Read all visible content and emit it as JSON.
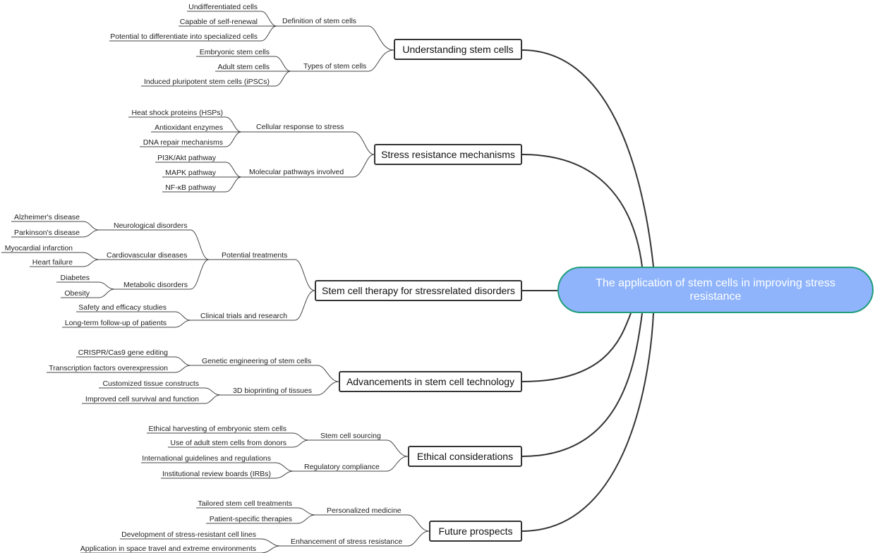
{
  "root": "The application of stem cells in improving stress resistance",
  "branches": [
    {
      "label": "Understanding stem cells",
      "groups": [
        {
          "label": "Definition of stem cells",
          "leaves": [
            "Undifferentiated cells",
            "Capable of self-renewal",
            "Potential to differentiate into specialized cells"
          ]
        },
        {
          "label": "Types of stem cells",
          "leaves": [
            "Embryonic stem cells",
            "Adult stem cells",
            "Induced pluripotent stem cells (iPSCs)"
          ]
        }
      ]
    },
    {
      "label": "Stress resistance mechanisms",
      "groups": [
        {
          "label": "Cellular response to stress",
          "leaves": [
            "Heat shock proteins (HSPs)",
            "Antioxidant enzymes",
            "DNA repair mechanisms"
          ]
        },
        {
          "label": "Molecular pathways involved",
          "leaves": [
            "PI3K/Akt pathway",
            "MAPK pathway",
            "NF-κB pathway"
          ]
        }
      ]
    },
    {
      "label": "Stem cell therapy for stressrelated disorders",
      "groups": [
        {
          "label": "Potential treatments",
          "subgroups": [
            {
              "label": "Neurological disorders",
              "leaves": [
                "Alzheimer's disease",
                "Parkinson's disease"
              ]
            },
            {
              "label": "Cardiovascular diseases",
              "leaves": [
                "Myocardial infarction",
                "Heart failure"
              ]
            },
            {
              "label": "Metabolic disorders",
              "leaves": [
                "Diabetes",
                "Obesity"
              ]
            }
          ]
        },
        {
          "label": "Clinical trials and research",
          "leaves": [
            "Safety and efficacy studies",
            "Long-term follow-up of patients"
          ]
        }
      ]
    },
    {
      "label": "Advancements in stem cell technology",
      "groups": [
        {
          "label": "Genetic engineering of stem cells",
          "leaves": [
            "CRISPR/Cas9 gene editing",
            "Transcription factors overexpression"
          ]
        },
        {
          "label": "3D bioprinting of tissues",
          "leaves": [
            "Customized tissue constructs",
            "Improved cell survival and function"
          ]
        }
      ]
    },
    {
      "label": "Ethical considerations",
      "groups": [
        {
          "label": "Stem cell sourcing",
          "leaves": [
            "Ethical harvesting of embryonic stem cells",
            "Use of adult stem cells from donors"
          ]
        },
        {
          "label": "Regulatory compliance",
          "leaves": [
            "International guidelines and regulations",
            "Institutional review boards (IRBs)"
          ]
        }
      ]
    },
    {
      "label": "Future prospects",
      "groups": [
        {
          "label": "Personalized medicine",
          "leaves": [
            "Tailored stem cell treatments",
            "Patient-specific therapies"
          ]
        },
        {
          "label": "Enhancement of stress resistance",
          "leaves": [
            "Development of stress-resistant cell lines",
            "Application in space travel and extreme environments"
          ]
        }
      ]
    }
  ]
}
